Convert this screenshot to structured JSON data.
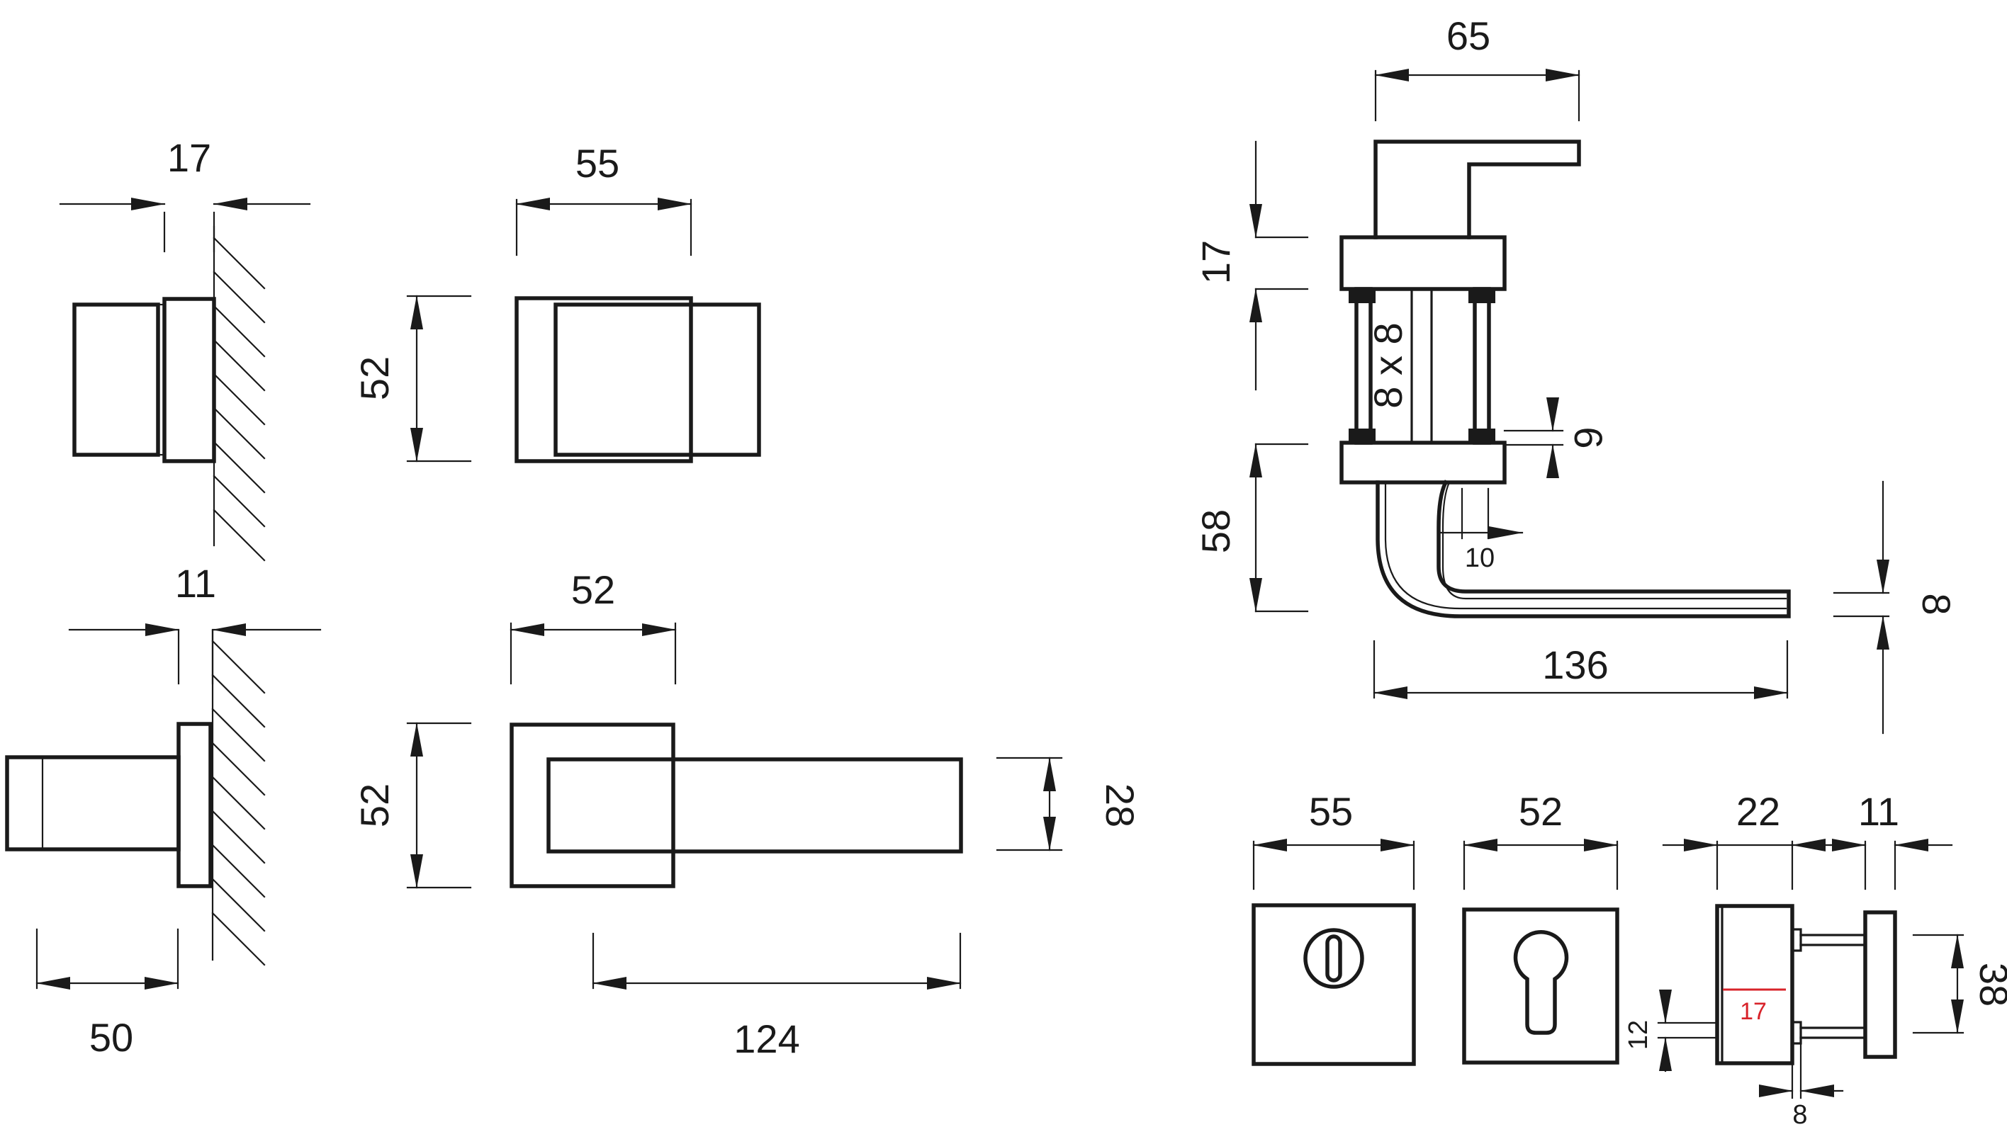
{
  "dimensions": {
    "rose_knob_side_thickness": "17",
    "rose_knob_front_width": "55",
    "rose_knob_front_height": "52",
    "rose_lever_side_thickness": "11",
    "lever_side_projection": "50",
    "lever_front_rose_width": "52",
    "lever_front_rose_height": "52",
    "lever_front_length": "124",
    "lever_front_height": "28",
    "top_lever_width": "65",
    "top_rose_thickness": "17",
    "spindle_size": "8 x 8",
    "screw_diameter": "6",
    "lever_projection": "58",
    "grip_offset": "10",
    "lever_length": "136",
    "lever_thickness": "8",
    "escutcheon_wc_width": "55",
    "escutcheon_cyl_width": "52",
    "escutcheon_side_depth": "22",
    "escutcheon_rose_thickness": "11",
    "escutcheon_bolt_spacing": "38",
    "escutcheon_center_offset": "12",
    "escutcheon_red_mark": "17",
    "escutcheon_screw": "8"
  },
  "colors": {
    "line": "#1a1a1a",
    "highlight": "#d8232a"
  }
}
